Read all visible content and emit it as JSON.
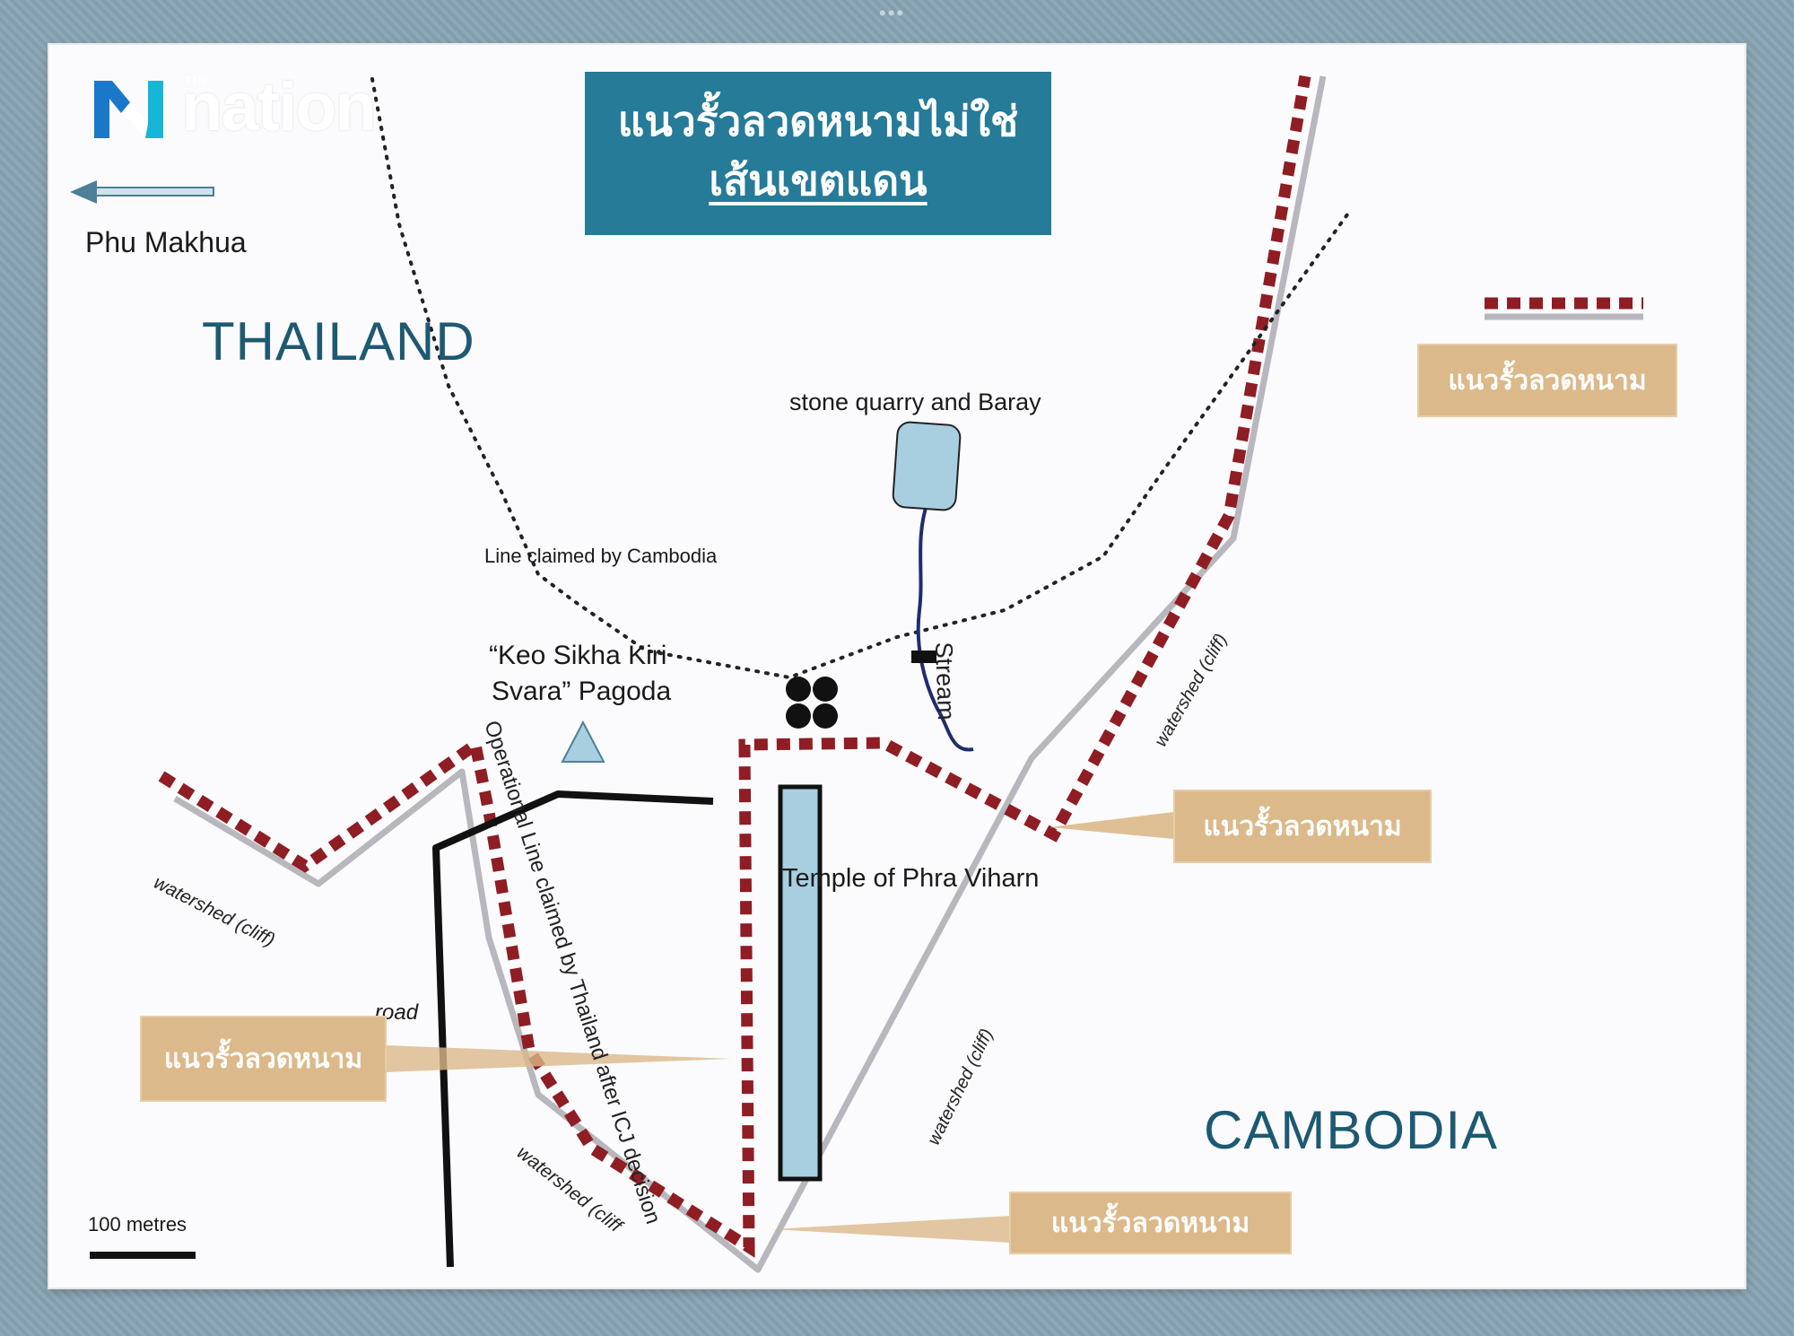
{
  "brand": {
    "top": "THE",
    "word": "nation"
  },
  "title": {
    "line1": "แนวรั้วลวดหนามไม่ใช่",
    "line2": "เส้นเขตแดน"
  },
  "labels": {
    "phu_makhua": "Phu Makhua",
    "stone_quarry": "stone quarry and Baray",
    "line_cambodia": "Line claimed by Cambodia",
    "pagoda_line1": "“Keo Sikha Kiri",
    "pagoda_line2": "Svara” Pagoda",
    "stream": "Stream",
    "temple": "Temple of Phra Viharn",
    "operational_line": "Operational Line claimed  by Thailand after ICJ decision",
    "road": "road",
    "scale": "100 metres",
    "watershed_left": "watershed (cliff)",
    "watershed_right_upper": "watershed (cliff)",
    "watershed_right_lower": "watershed (cliff)",
    "watershed_bottom": "watershed (cliff"
  },
  "countries": {
    "thailand": "THAILAND",
    "cambodia": "CAMBODIA"
  },
  "fence_tags": {
    "legend": "แนวรั้วลวดหนาม",
    "right": "แนวรั้วลวดหนาม",
    "left": "แนวรั้วลวดหนาม",
    "bottom": "แนวรั้วลวดหนาม"
  },
  "colors": {
    "fence": "#8f1d24",
    "watershed": "#b7b7bd",
    "title_bg": "#267b98",
    "country_text": "#1d5a72",
    "tag_bg": "#dcb98a",
    "feature_fill": "#a8cfe0",
    "stream": "#1f2d6e"
  }
}
